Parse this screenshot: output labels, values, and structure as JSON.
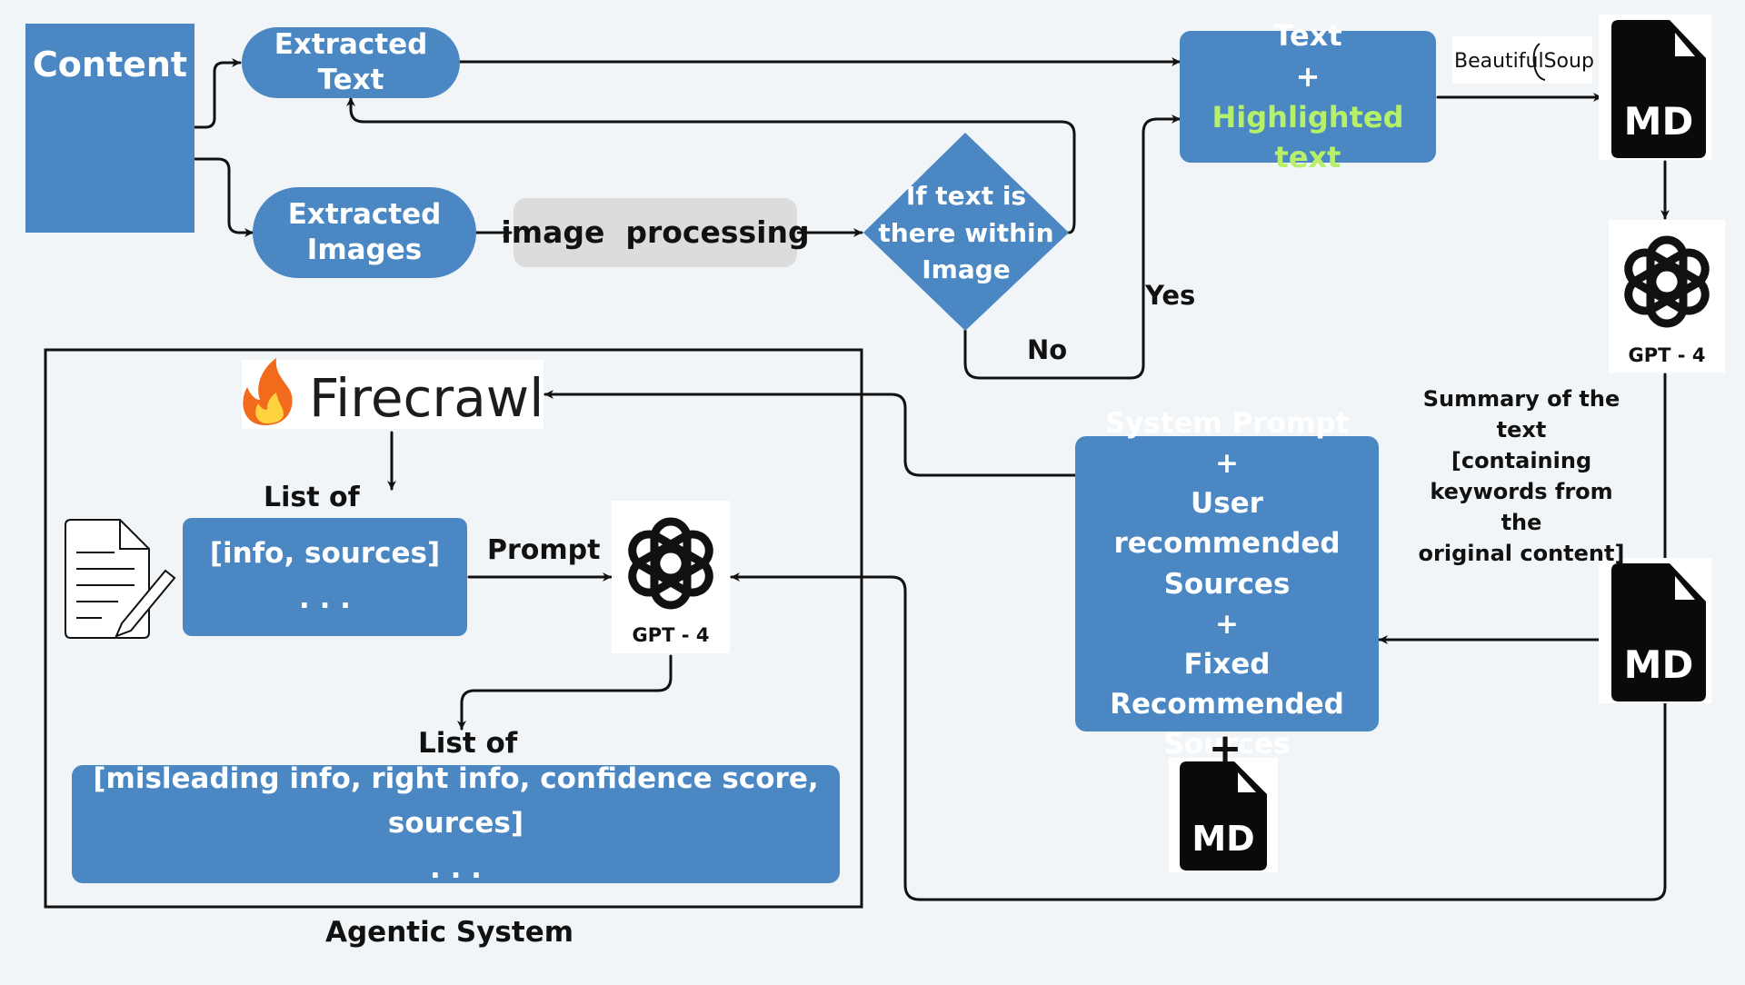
{
  "colors": {
    "background": "#f1f5f8",
    "box": "#4a87c3",
    "box_text": "#ffffff",
    "highlight_text": "#b6f06a",
    "gray_box": "#dcdcdc",
    "file_icon": "#0a0a0a",
    "flame_outer": "#f26a1b",
    "flame_inner": "#ffd23f"
  },
  "nodes": {
    "content": "Content",
    "extracted_text": "Extracted Text",
    "extracted_images": [
      "Extracted",
      "Images"
    ],
    "image_processing": "image  processing",
    "decision": [
      "If text is",
      "there within",
      "Image"
    ],
    "text_highlight": {
      "line1": "Text",
      "plus": "+",
      "line2": "Highlighted text"
    },
    "beautifulsoup": "BeautifulSoup",
    "md": "MD",
    "gpt4": "GPT - 4",
    "summary": [
      "Summary  of the",
      "text",
      "[containing",
      "keywords from",
      "the",
      "original content]"
    ],
    "prompt_box": [
      "System Prompt",
      "+",
      "User recommended",
      "Sources",
      "+",
      "Fixed Recommended",
      "Sources"
    ],
    "plus": "+"
  },
  "edge_labels": {
    "yes": "Yes",
    "no": "No",
    "prompt": "Prompt"
  },
  "agentic": {
    "firecrawl": "Firecrawl",
    "list_of_1": "List of",
    "info_sources": "[info, sources]",
    "dots": ". . .",
    "list_of_2": "List of",
    "result": "[misleading info, right info, confidence score, sources]",
    "title": "Agentic System"
  },
  "icons": [
    "document-icon",
    "file-md-icon",
    "openai-icon",
    "flame-icon"
  ]
}
